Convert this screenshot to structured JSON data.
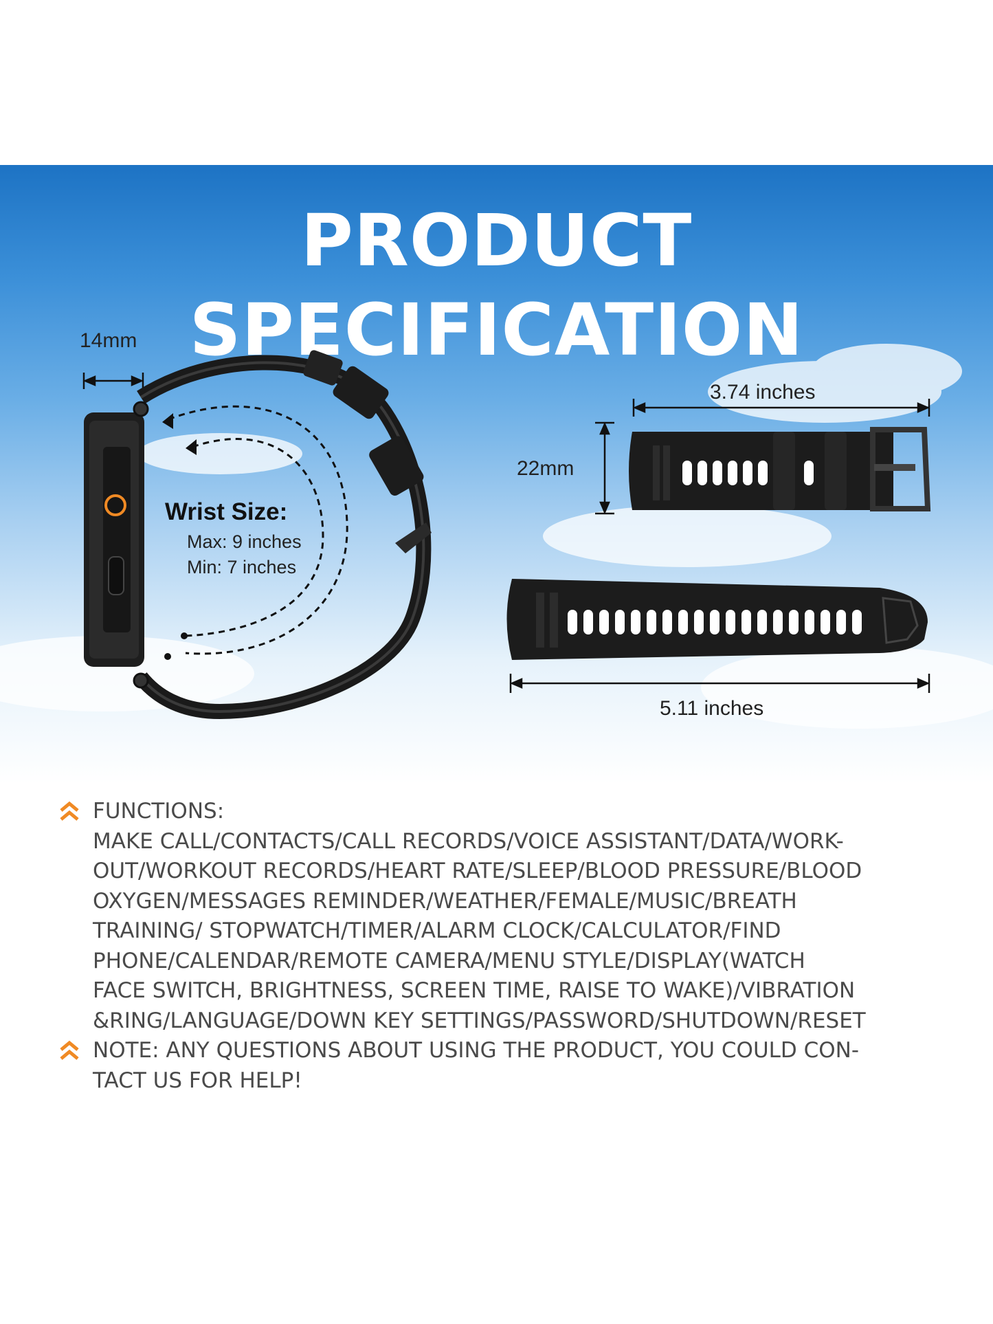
{
  "title": "PRODUCT SPECIFICATION",
  "dimensions": {
    "lug_width": "14mm",
    "band_width": "22mm",
    "short_strap_length": "3.74 inches",
    "long_strap_length": "5.11 inches"
  },
  "wrist_size": {
    "label": "Wrist Size:",
    "max": "Max: 9 inches",
    "min": "Min: 7 inches"
  },
  "functions": {
    "heading": "FUNCTIONS:",
    "lines": [
      "MAKE CALL/CONTACTS/CALL RECORDS/VOICE ASSISTANT/DATA/WORK-",
      "OUT/WORKOUT RECORDS/HEART RATE/SLEEP/BLOOD PRESSURE/BLOOD",
      "OXYGEN/MESSAGES REMINDER/WEATHER/FEMALE/MUSIC/BREATH",
      "TRAINING/ STOPWATCH/TIMER/ALARM CLOCK/CALCULATOR/FIND",
      "PHONE/CALENDAR/REMOTE CAMERA/MENU STYLE/DISPLAY(WATCH",
      "FACE SWITCH, BRIGHTNESS, SCREEN TIME, RAISE TO WAKE)/VIBRATION",
      "&RING/LANGUAGE/DOWN KEY SETTINGS/PASSWORD/SHUTDOWN/RESET"
    ]
  },
  "note": {
    "lines": [
      "NOTE: ANY QUESTIONS ABOUT USING THE PRODUCT, YOU COULD CON-",
      "TACT US FOR HELP!"
    ]
  },
  "colors": {
    "sky_top": "#1d73c4",
    "accent_orange": "#f08a24",
    "strap": "#1a1a1a",
    "body_text": "#4a4a4a"
  },
  "icons": [
    "double-chevron-up-icon"
  ]
}
